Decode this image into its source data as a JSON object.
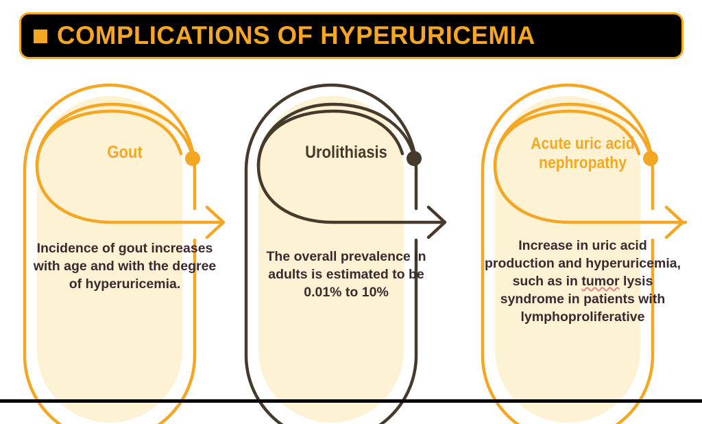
{
  "slide": {
    "background_color": "#ffffff",
    "accent_orange": "#F5A623",
    "accent_dark_brown": "#453A2B",
    "card_fill": "#FDF3D4",
    "body_text_color": "#3A2A2E",
    "title_bar_bg": "#000000"
  },
  "header": {
    "bullet_icon": "square-bullet-icon",
    "title": "COMPLICATIONS OF HYPERURICEMIA"
  },
  "cards": [
    {
      "id": "gout",
      "title": "Gout",
      "body": "Incidence of gout increases with age and with the degree of hyperuricemia.",
      "accent": "#F5A623",
      "misspelled_word": ""
    },
    {
      "id": "urolithiasis",
      "title": "Urolithiasis",
      "body": "The overall prevalence in adults is estimated to be 0.01% to 10%",
      "accent": "#453A2B",
      "misspelled_word": ""
    },
    {
      "id": "acute-uric-acid-nephropathy",
      "title": "Acute uric acid nephropathy",
      "body_pre": "Increase in uric acid production and hyperuricemia, such as in ",
      "body_misspelled": "tumor",
      "body_post": " lysis syndrome in patients with lymphoproliferative",
      "accent": "#F5A623",
      "misspelled_word": "tumor"
    }
  ]
}
